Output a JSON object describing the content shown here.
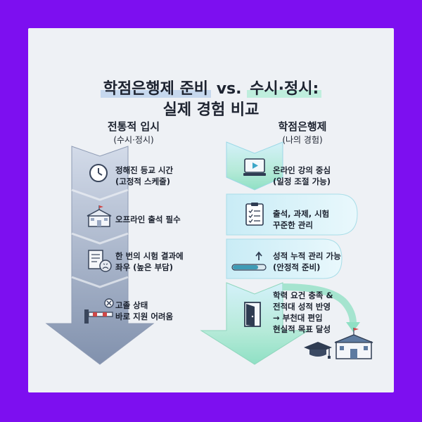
{
  "title": {
    "line1_a": "학점은행제 준비",
    "line1_b": " vs. ",
    "line1_c": "수시·정시:",
    "line2": "실제 경험 비교"
  },
  "left": {
    "heading": "전통적 입시",
    "sub": "(수시·정시)",
    "items": [
      {
        "icon": "clock-icon",
        "line1": "정해진 등교 시간",
        "line2": "(고정적 스케줄)"
      },
      {
        "icon": "school-building-icon",
        "line1": "오프라인 출석 필수",
        "line2": ""
      },
      {
        "icon": "exam-paper-icon",
        "line1": "한 번의 시험 결과에",
        "line2": "좌우 (높은 부담)"
      },
      {
        "icon": "barrier-gate-icon",
        "line1": "고졸 상태",
        "line2": "바로 지원 어려움"
      }
    ]
  },
  "right": {
    "heading": "학점은행제",
    "sub": "(나의 경험)",
    "items": [
      {
        "icon": "laptop-video-icon",
        "line1": "온라인 강의 중심",
        "line2": "(일정 조절 가능)"
      },
      {
        "icon": "clipboard-checklist-icon",
        "line1": "출석, 과제, 시험",
        "line2": "꾸준한 관리"
      },
      {
        "icon": "progress-bar-icon",
        "line1": "성적 누적 관리 가능",
        "line2": "(안정적 준비)"
      },
      {
        "icon": "open-door-icon",
        "line1": "학력 요건 충족 &",
        "line2": "전적대 성적 반영",
        "line3": "→ 부천대 편입",
        "line4": "현실적 목표 달성"
      }
    ]
  },
  "colors": {
    "left_arrow_top": "#c9d3e4",
    "left_arrow_bottom": "#7f8fab",
    "right_arrow_top": "#cdeef8",
    "right_arrow_bottom": "#8fe0c4"
  }
}
